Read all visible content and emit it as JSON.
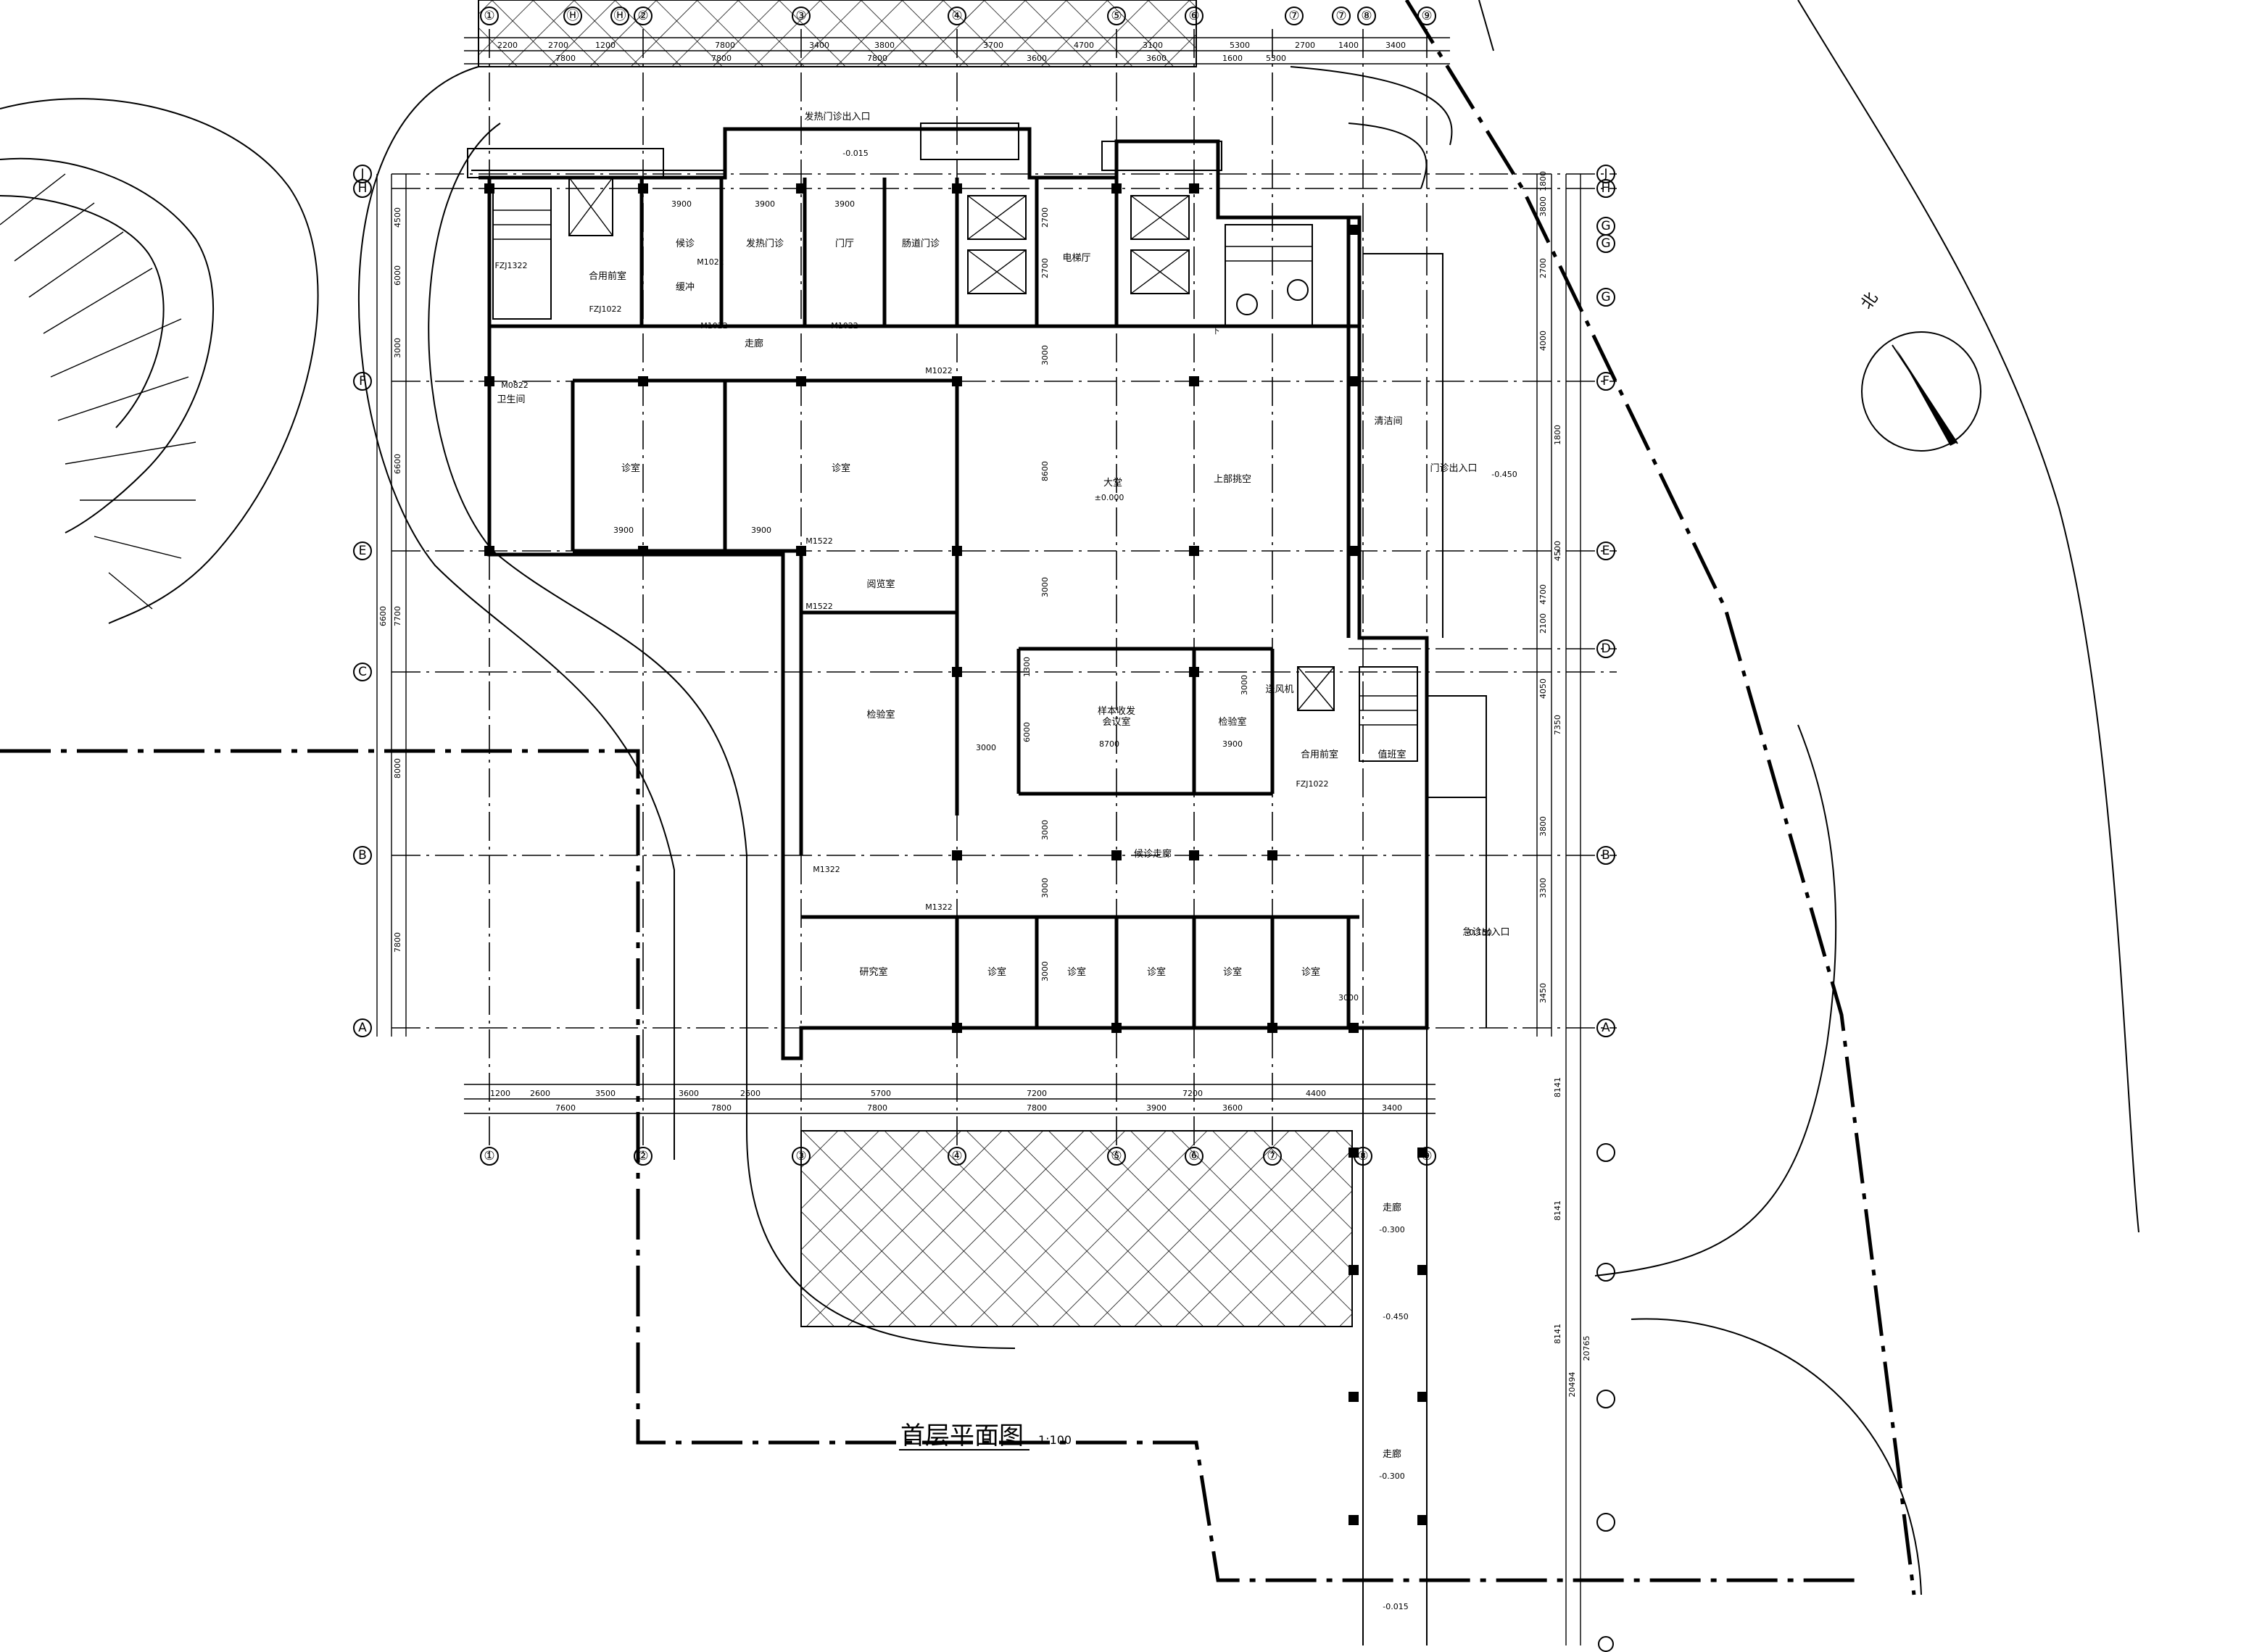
{
  "title": "首层平面图",
  "scale": "1:100",
  "north_label": "北",
  "grid": {
    "top": [
      "①",
      "Ⓗ",
      "Ⓗ",
      "②",
      "③",
      "④",
      "⑤",
      "⑥",
      "⑦",
      "⑦",
      "⑧",
      "⑨"
    ],
    "bottom": [
      "①",
      "②",
      "③",
      "④",
      "⑤",
      "⑥",
      "⑦",
      "⑧",
      "⑨"
    ],
    "left": [
      "J",
      "H",
      "F",
      "E",
      "C",
      "B",
      "A"
    ],
    "right": [
      "J",
      "H",
      "G",
      "G",
      "G",
      "F",
      "E",
      "D",
      "B",
      "A"
    ]
  },
  "rooms": {
    "top": [
      "发热门诊出入口",
      "发热门诊",
      "门厅",
      "肠道门诊",
      "电梯厅",
      "候诊",
      "缓冲",
      "合用前室",
      "走廊",
      "卫生间",
      "清洁间"
    ],
    "middle": [
      "诊室",
      "诊室",
      "大堂",
      "上部挑空",
      "阅览室"
    ],
    "center": [
      "检验室",
      "会议室",
      "检验室",
      "样本收发",
      "送风机",
      "合用前室",
      "值班室"
    ],
    "bottom": [
      "研究室",
      "诊室",
      "诊室",
      "诊室",
      "诊室",
      "诊室",
      "候诊走廊"
    ],
    "right": [
      "门诊出入口",
      "急诊出入口",
      "走廊",
      "走廊"
    ]
  },
  "door_tags": [
    "M1022",
    "M1022",
    "M1022",
    "M1022",
    "M1322",
    "M1322",
    "M1522",
    "M1522",
    "FZJ1022",
    "FZJ1022",
    "FZJ1322",
    "M0822"
  ],
  "levels": [
    "-0.015",
    "±0.000",
    "-0.450",
    "-0.150",
    "-0.300",
    "-0.450",
    "-0.300",
    "-0.015"
  ],
  "dims": {
    "top_row1": [
      "2200",
      "2700",
      "1200",
      "7800",
      "3400",
      "3800",
      "3700",
      "4700",
      "3100",
      "5300",
      "2700",
      "1400",
      "3400"
    ],
    "top_row2": [
      "7800",
      "7800",
      "7800",
      "3600",
      "3600",
      "1600",
      "5300"
    ],
    "bottom_row1": [
      "1200",
      "2600",
      "3500",
      "3600",
      "2600",
      "5700",
      "7200",
      "7200",
      "4400",
      "3400"
    ],
    "bottom_row2": [
      "7600",
      "7800",
      "7800",
      "7800",
      "3900",
      "3600"
    ],
    "left": [
      "4500",
      "6000",
      "3000",
      "6600",
      "7700",
      "8000",
      "7800",
      "6600"
    ],
    "right": [
      "1800",
      "3800",
      "2700",
      "4000",
      "1800",
      "4500",
      "4700",
      "2100",
      "4050",
      "7350",
      "3800",
      "3300",
      "3450",
      "8141",
      "8141",
      "8141",
      "20494",
      "20765"
    ],
    "room": [
      "3900",
      "3900",
      "3900",
      "2700",
      "2700",
      "3000",
      "3000",
      "8600",
      "3000",
      "3900",
      "3900",
      "8700",
      "3900",
      "3000",
      "6000",
      "1300",
      "3000",
      "3000",
      "3000",
      "3000"
    ]
  },
  "stair_label": "下",
  "colors": {
    "line": "#000000",
    "hatch": "#000000",
    "bg": "#ffffff"
  }
}
